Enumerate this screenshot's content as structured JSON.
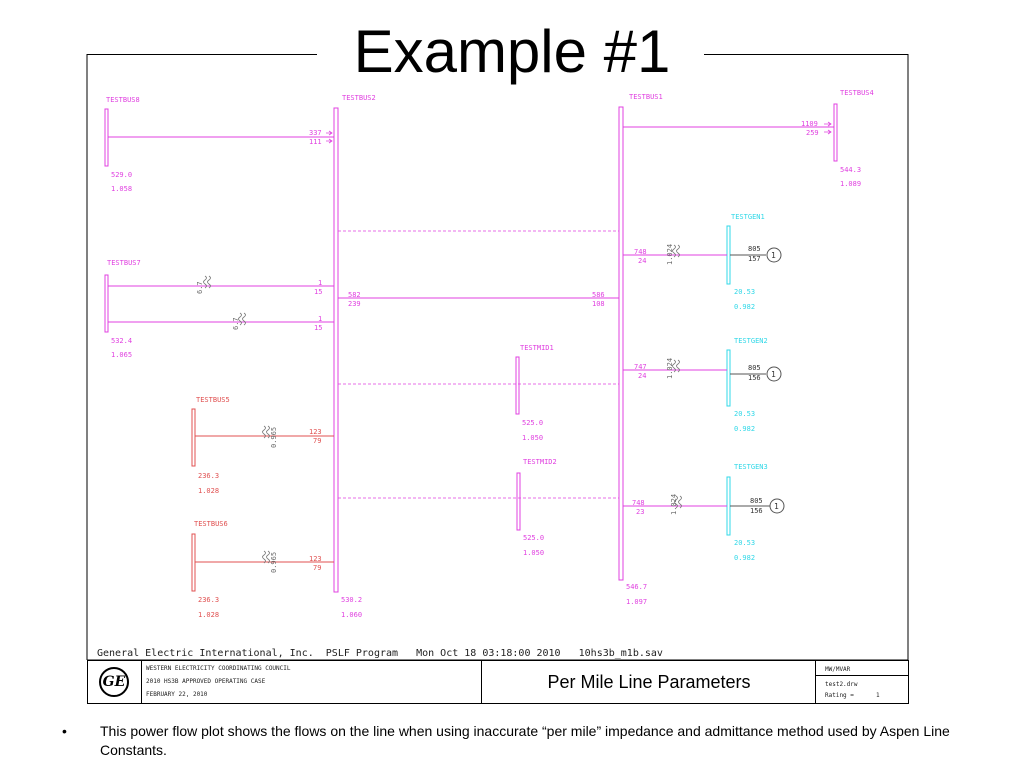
{
  "slide": {
    "title": "Example #1",
    "bullet": "This power flow plot shows the flows on the line when using inaccurate “per mile” impedance and admittance method used by Aspen Line Constants."
  },
  "colors": {
    "bus_magenta": "#e040e0",
    "bus_red": "#e05050",
    "bus_cyan": "#30d8e8",
    "frame": "#000000"
  },
  "buses": [
    {
      "id": "testbus8",
      "name": "TESTBUS8",
      "kv": "529.0",
      "pu": "1.058",
      "color": "magenta"
    },
    {
      "id": "testbus2",
      "name": "TESTBUS2",
      "kv": "530.2",
      "pu": "1.060",
      "color": "magenta"
    },
    {
      "id": "testbus1",
      "name": "TESTBUS1",
      "kv": "546.7",
      "pu": "1.097",
      "color": "magenta"
    },
    {
      "id": "testbus4",
      "name": "TESTBUS4",
      "kv": "544.3",
      "pu": "1.089",
      "color": "magenta"
    },
    {
      "id": "testbus7",
      "name": "TESTBUS7",
      "kv": "532.4",
      "pu": "1.065",
      "color": "magenta"
    },
    {
      "id": "testmid1",
      "name": "TESTMID1",
      "kv": "525.0",
      "pu": "1.050",
      "color": "magenta"
    },
    {
      "id": "testmid2",
      "name": "TESTMID2",
      "kv": "525.0",
      "pu": "1.050",
      "color": "magenta"
    },
    {
      "id": "testbus5",
      "name": "TESTBUS5",
      "kv": "236.3",
      "pu": "1.028",
      "color": "red"
    },
    {
      "id": "testbus6",
      "name": "TESTBUS6",
      "kv": "236.3",
      "pu": "1.028",
      "color": "red"
    },
    {
      "id": "testgen1",
      "name": "TESTGEN1",
      "kv": "20.53",
      "pu": "0.982",
      "color": "cyan"
    },
    {
      "id": "testgen2",
      "name": "TESTGEN2",
      "kv": "20.53",
      "pu": "0.982",
      "color": "cyan"
    },
    {
      "id": "testgen3",
      "name": "TESTGEN3",
      "kv": "20.53",
      "pu": "0.982",
      "color": "cyan"
    }
  ],
  "flows": {
    "b8_b2_p": "337",
    "b8_b2_q": "111",
    "b1_b4_p": "1109",
    "b1_b4_q": "259",
    "b7_b2a_p": "1",
    "b7_b2a_q": "15",
    "b7_b2b_p": "1",
    "b7_b2b_q": "15",
    "b2_b1_p_from": "582",
    "b2_b1_q_from": "239",
    "b2_b1_p_to": "586",
    "b2_b1_q_to": "108",
    "b5_b2_p": "123",
    "b5_b2_q": "79",
    "b6_b2_p": "123",
    "b6_b2_q": "79",
    "g1_b1_p": "748",
    "g1_b1_q": "24",
    "g2_b1_p": "747",
    "g2_b1_q": "24",
    "g3_b1_p": "748",
    "g3_b1_q": "23",
    "g1_out_p": "805",
    "g1_out_q": "157",
    "g2_out_p": "805",
    "g2_out_q": "156",
    "g3_out_p": "805",
    "g3_out_q": "156"
  },
  "tap_ratios": {
    "b7_a": "6.7",
    "b7_b": "6.7",
    "b5": "0.965",
    "b6": "0.965",
    "g1": "1.024",
    "g2": "1.024",
    "g3": "1.024"
  },
  "generators": {
    "g1": "1",
    "g2": "1",
    "g3": "1"
  },
  "footer": {
    "program_line": "General Electric International, Inc.  PSLF Program   Mon Oct 18 03:18:00 2010   10hs3b_m1b.sav"
  },
  "title_block": {
    "logo_text": "GE",
    "org_line1": "WESTERN ELECTRICITY COORDINATING COUNCIL",
    "org_line2": "2010 HS3B APPROVED OPERATING CASE",
    "org_line3": "FEBRUARY 22, 2010",
    "parameters_label": "Per Mile Line Parameters",
    "units": "MW/MVAR",
    "drawing_file": "test2.drw",
    "rating_label": "Rating =",
    "rating_value": "1"
  }
}
